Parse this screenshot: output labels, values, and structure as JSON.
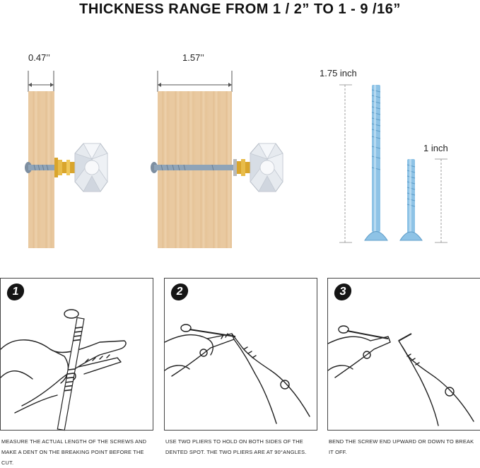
{
  "title": "THICKNESS RANGE FROM 1 / 2” TO 1 - 9 /16”",
  "dimensions": {
    "thin": "0.47’’",
    "thick": "1.57’’",
    "long_screw": "1.75 inch",
    "short_screw": "1 inch"
  },
  "steps": [
    {
      "number": "1",
      "caption": "MEASURE THE ACTUAL LENGTH OF THE SCREWS AND MAKE A DENT ON THE BREAKING POINT BEFORE THE CUT."
    },
    {
      "number": "2",
      "caption": "USE TWO PLIERS TO HOLD ON BOTH SIDES OF THE DENTED SPOT. THE TWO PLIERS ARE AT 90°ANGLES."
    },
    {
      "number": "3",
      "caption": "BEND THE SCREW END UPWARD OR DOWN TO BREAK IT OFF."
    }
  ],
  "colors": {
    "wood": "#e9c9a0",
    "screw": "#9cc8e6",
    "brass": "#e0b23c",
    "crystal": "#dfe4ea"
  }
}
